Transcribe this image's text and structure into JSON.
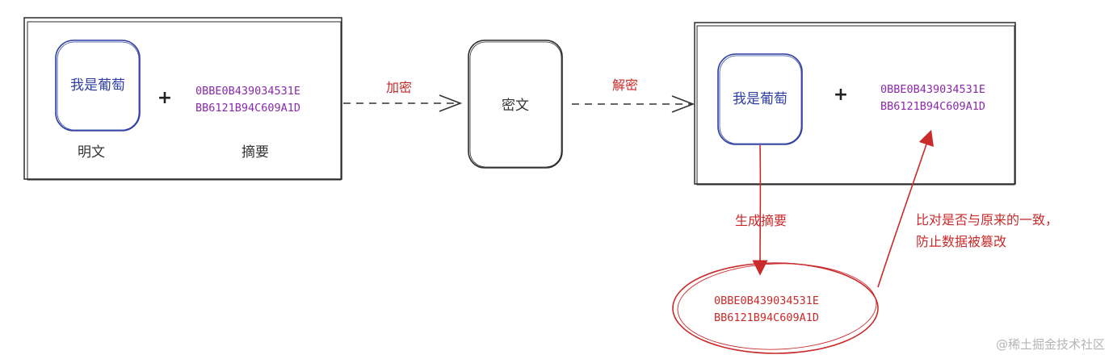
{
  "plaintext_box": {
    "text": "我是葡萄",
    "label": "明文"
  },
  "digest_box": {
    "line1": "0BBE0B439034531E",
    "line2": "BB6121B94C609A1D",
    "label": "摘要"
  },
  "plus_sign": "+",
  "encrypt_label": "加密",
  "ciphertext_box": {
    "text": "密文"
  },
  "decrypt_label": "解密",
  "right_group": {
    "plaintext_text": "我是葡萄",
    "plus_sign": "+",
    "digest_line1": "0BBE0B439034531E",
    "digest_line2": "BB6121B94C609A1D"
  },
  "generate_digest_label": "生成摘要",
  "compare_note": {
    "line1": "比对是否与原来的一致，",
    "line2": "防止数据被篡改"
  },
  "new_digest": {
    "line1": "0BBE0B439034531E",
    "line2": "BB6121B94C609A1D"
  },
  "watermark": "@稀土掘金技术社区",
  "colors": {
    "outline": "#2b2b2b",
    "plaintext_blue": "#2f3fa3",
    "digest_purple": "#8a2aa8",
    "annotation_red": "#c92a2a"
  }
}
